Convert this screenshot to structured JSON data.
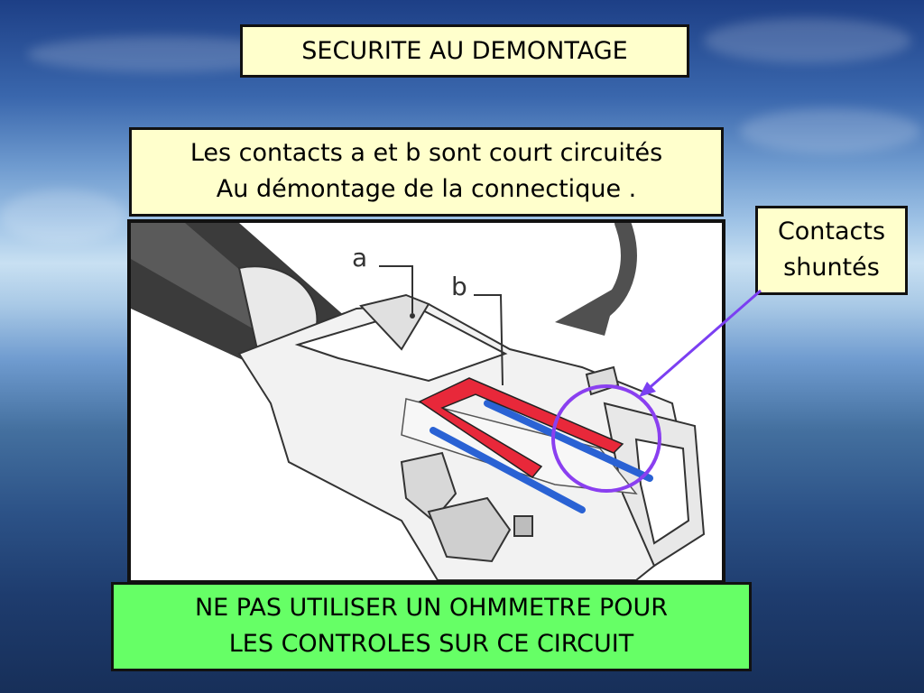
{
  "title": "SECURITE AU DEMONTAGE",
  "description": {
    "line1": "Les contacts a et b sont court circuités",
    "line2": "Au démontage de la connectique ."
  },
  "callout": {
    "line1": "Contacts",
    "line2": "shuntés",
    "arrow_color": "#7b3ff2"
  },
  "warning": {
    "line1": "NE PAS UTILISER UN OHMMETRE POUR",
    "line2": "LES CONTROLES SUR CE CIRCUIT",
    "background_color": "#66ff66"
  },
  "diagram": {
    "label_a": "a",
    "label_b": "b",
    "contact_a_color": "#e8283a",
    "contact_b_color": "#2a62d4",
    "highlight_circle_color": "#8a3ff0"
  }
}
